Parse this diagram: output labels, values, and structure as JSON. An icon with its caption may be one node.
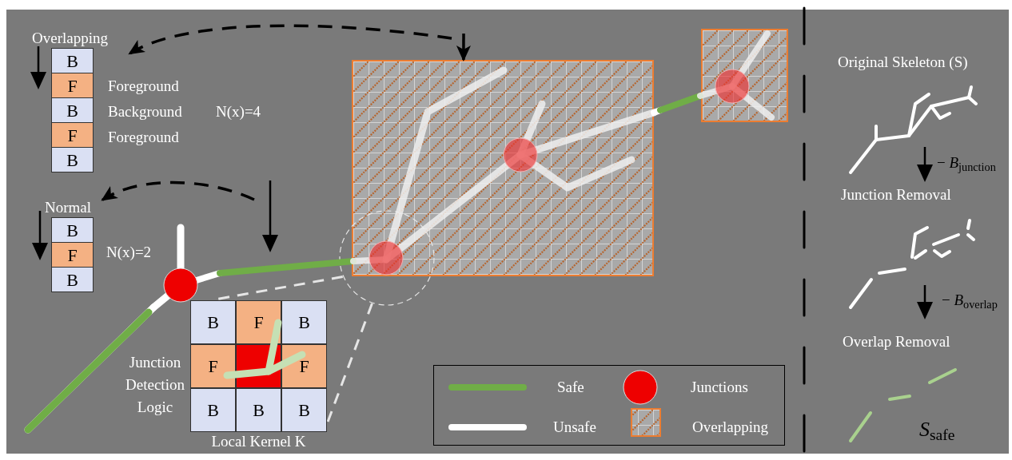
{
  "diagram": {
    "nodes": [
      {
        "text": [
          "Overlapping"
        ]
      },
      {
        "text": [
          "B"
        ],
        "in": 0
      },
      {
        "text": [
          "F"
        ],
        "in": 0
      },
      {
        "text": [
          "B"
        ],
        "in": 0
      },
      {
        "text": [
          "F"
        ],
        "in": 0
      },
      {
        "text": [
          "B"
        ],
        "in": 0
      },
      {
        "text": [
          "Normal"
        ]
      },
      {
        "text": [
          "B"
        ],
        "in": 6
      },
      {
        "text": [
          "F"
        ],
        "in": 6
      },
      {
        "text": [
          "B"
        ],
        "in": 6
      },
      {
        "text": [
          "Local Kernel K"
        ]
      },
      {
        "text": [
          "B"
        ],
        "in": 10
      },
      {
        "text": [
          "F"
        ],
        "in": 10
      },
      {
        "text": [
          "B"
        ],
        "in": 10
      },
      {
        "text": [
          "F"
        ],
        "in": 10
      },
      {
        "text": [],
        "shape": "box",
        "in": 10
      },
      {
        "text": [
          "F"
        ],
        "in": 10
      },
      {
        "text": [
          "B"
        ],
        "in": 10
      },
      {
        "text": [
          "B"
        ],
        "in": 10
      },
      {
        "text": [
          "B"
        ],
        "in": 10
      },
      {
        "text": [],
        "shape": "box"
      },
      {
        "text": [],
        "shape": "box"
      },
      {
        "text": [],
        "shape": "circle"
      }
    ],
    "edges": [
      {
        "from": null,
        "to": 0,
        "arrow": "to",
        "style": "dashed"
      },
      {
        "from": null,
        "to": 6,
        "arrow": "to",
        "style": "dashed"
      },
      {
        "from": null,
        "to": 20,
        "arrow": "to"
      },
      {
        "from": 22,
        "to": 10,
        "arrow": "none",
        "style": "dashed",
        "color": "#e6e6e6"
      },
      {
        "from": 22,
        "to": 10,
        "arrow": "none",
        "style": "dashed",
        "color": "#e6e6e6"
      }
    ],
    "labels": [
      "Foreground",
      "Background",
      "N(x)=4",
      "Foreground",
      "N(x)=2",
      "Original Skeleton (S)",
      "− *B*$_{junction}$",
      "Junction Removal",
      "− *B*$_{overlap}$",
      "Overlap Removal",
      "Junction Detection Logic",
      "*S*$_{safe}$"
    ],
    "legend": [
      {
        "text": "Safe"
      },
      {
        "text": "Unsafe"
      },
      {
        "text": "Junctions",
        "color": "#ee0000"
      },
      {
        "text": "Overlapping"
      }
    ]
  }
}
